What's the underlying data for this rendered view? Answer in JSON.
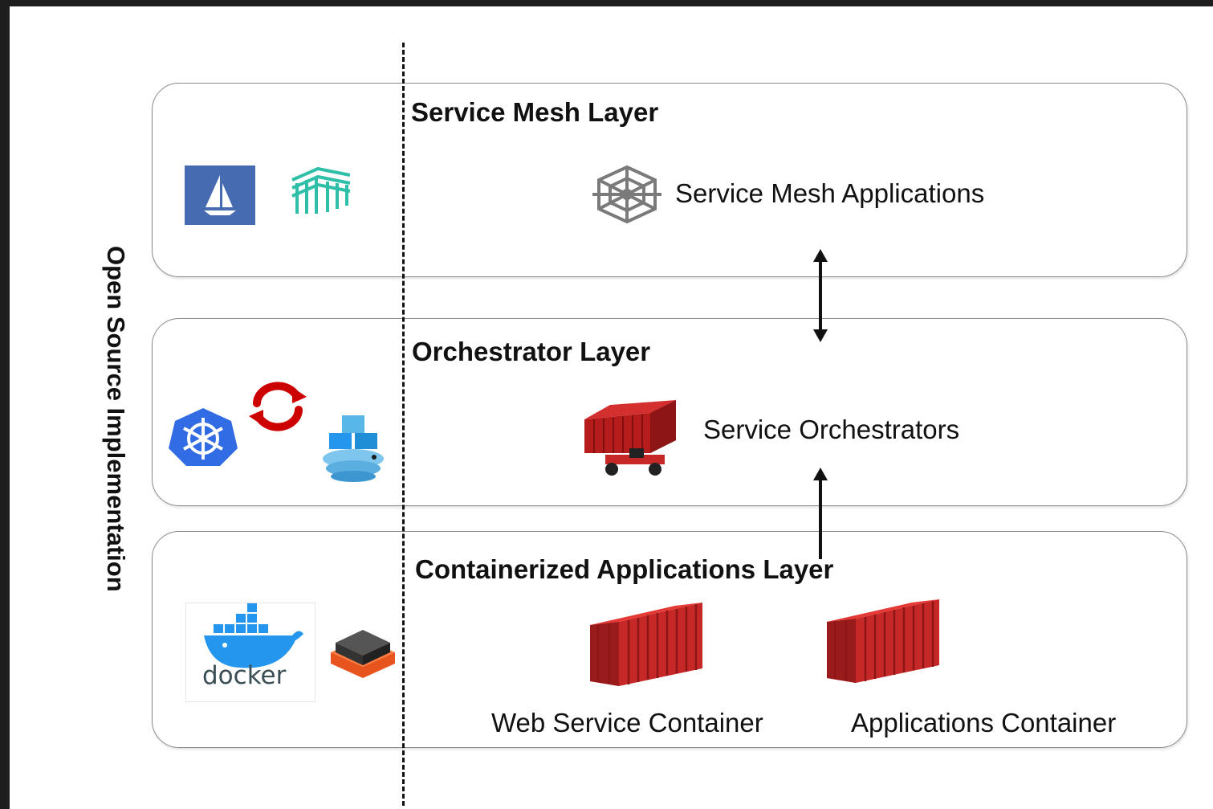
{
  "side_label": "Open Source Implementation",
  "layers": [
    {
      "title": "Service Mesh Layer",
      "apps": [
        "Service Mesh Applications"
      ]
    },
    {
      "title": "Orchestrator Layer",
      "apps": [
        "Service Orchestrators"
      ]
    },
    {
      "title": "Containerized Applications Layer",
      "apps": [
        "Web Service Container",
        "Applications Container"
      ]
    }
  ],
  "logo_texts": {
    "docker": "docker"
  },
  "icons": {
    "mesh": [
      "istio-logo-icon",
      "linkerd-logo-icon"
    ],
    "orchestrator": [
      "kubernetes-logo-icon",
      "openshift-logo-icon",
      "docker-swarm-logo-icon"
    ],
    "container": [
      "docker-logo-icon",
      "rkt-logo-icon"
    ],
    "app_icons": [
      "service-mesh-web-icon",
      "container-truck-icon",
      "shipping-container-icon"
    ]
  },
  "colors": {
    "istio_blue": "#466bb0",
    "linkerd_teal": "#2fbfa8",
    "kubernetes_blue": "#326ce5",
    "openshift_red": "#cc0000",
    "docker_blue": "#2496ed",
    "container_red": "#c62828"
  }
}
